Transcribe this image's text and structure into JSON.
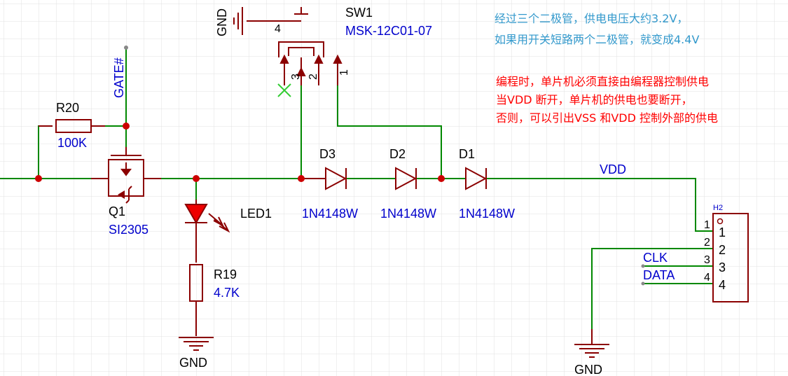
{
  "colors": {
    "wire": "#008800",
    "symbol": "#8b0000",
    "junction": "#cc0000",
    "label": "#0000cc",
    "note_blue": "#3399cc",
    "note_red": "#ff0000",
    "grid": "#e2e2e2",
    "led_fill": "#ee0000",
    "noconnect": "#33cc33"
  },
  "net_labels": {
    "gate": "GATE#",
    "vdd": "VDD",
    "clk": "CLK",
    "data": "DATA",
    "gnd_sw": "GND",
    "gnd_led": "GND",
    "gnd_conn": "GND"
  },
  "components": {
    "r20": {
      "ref": "R20",
      "value": "100K"
    },
    "r19": {
      "ref": "R19",
      "value": "4.7K"
    },
    "q1": {
      "ref": "Q1",
      "value": "SI2305"
    },
    "led1": {
      "ref": "LED1"
    },
    "d1": {
      "ref": "D1",
      "value": "1N4148W"
    },
    "d2": {
      "ref": "D2",
      "value": "1N4148W"
    },
    "d3": {
      "ref": "D3",
      "value": "1N4148W"
    },
    "sw1": {
      "ref": "SW1",
      "value": "MSK-12C01-07",
      "pins": [
        "4",
        "3",
        "2",
        "1"
      ]
    },
    "h2": {
      "ref": "H2",
      "wire_pins": [
        "1",
        "2",
        "3",
        "4"
      ],
      "body_pins": [
        "1",
        "2",
        "3",
        "4"
      ]
    }
  },
  "notes": {
    "blue_line1": "经过三个二极管，供电电压大约3.2V，",
    "blue_line2": "如果用开关短路两个二极管，就变成4.4V",
    "red_line1": "编程时，单片机必须直接由编程器控制供电",
    "red_line2": "当VDD 断开，单片机的供电也要断开，",
    "red_line3": "否则，可以引出VSS 和VDD 控制外部的供电"
  }
}
